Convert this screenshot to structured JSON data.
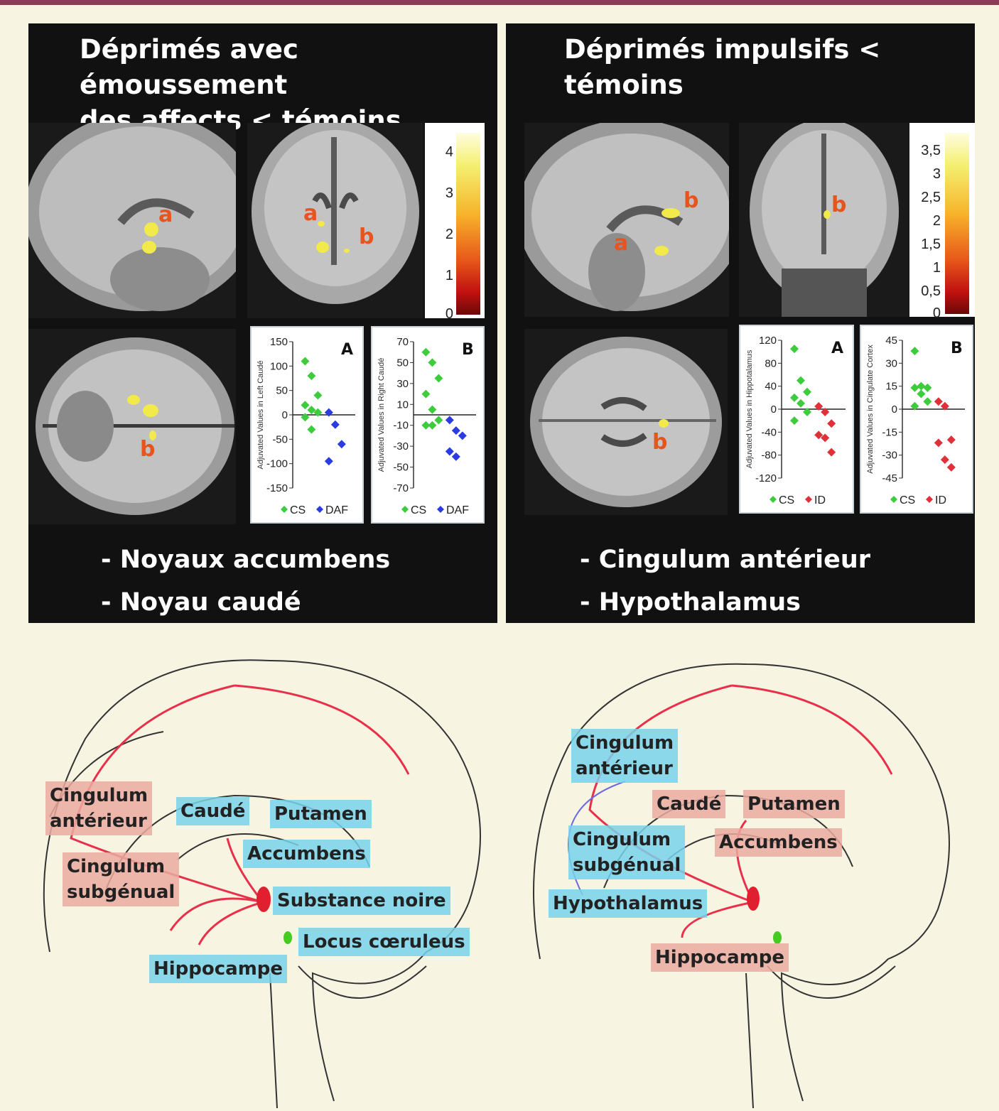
{
  "left_panel": {
    "title": "Déprimés avec émoussement\ndes affects < témoins",
    "scale_ticks": [
      "4",
      "3",
      "2",
      "1",
      "0"
    ],
    "labels": {
      "a": "a",
      "b": "b"
    },
    "plot_a": {
      "letter": "A",
      "ylabel": "Adjuvated Values in Left Caudé",
      "ticks": [
        "150",
        "100",
        "50",
        "0",
        "-50",
        "-100",
        "-150"
      ],
      "legend": [
        "CS",
        "DAF"
      ]
    },
    "plot_b": {
      "letter": "B",
      "ylabel": "Adjuvated Values in Right Caudé",
      "ticks": [
        "70",
        "50",
        "30",
        "10",
        "-10",
        "-30",
        "-50",
        "-70"
      ],
      "legend": [
        "CS",
        "DAF"
      ]
    },
    "regions": [
      "- Noyaux accumbens",
      "- Noyau caudé"
    ]
  },
  "right_panel": {
    "title": "Déprimés impulsifs < témoins",
    "scale_ticks": [
      "3,5",
      "3",
      "2,5",
      "2",
      "1,5",
      "1",
      "0,5",
      "0"
    ],
    "labels": {
      "a": "a",
      "b": "b"
    },
    "plot_a": {
      "letter": "A",
      "ylabel": "Adjuvated Values in Hippotalamus",
      "ticks": [
        "120",
        "80",
        "40",
        "0",
        "-40",
        "-80",
        "-120"
      ],
      "legend": [
        "CS",
        "ID"
      ]
    },
    "plot_b": {
      "letter": "B",
      "ylabel": "Adjuvated Values in Cingulate Cortex",
      "ticks": [
        "45",
        "30",
        "15",
        "0",
        "-15",
        "-30",
        "-45"
      ],
      "legend": [
        "CS",
        "ID"
      ]
    },
    "regions": [
      "- Cingulum antérieur",
      "- Hypothalamus"
    ]
  },
  "colors": {
    "cs": "#3ccc3c",
    "daf": "#2a3be0",
    "id": "#e0303a",
    "blue_label": "#78d2eb",
    "red_label": "#ebaaa0",
    "pathway": "#e8304a"
  },
  "chart_data": [
    {
      "type": "scatter",
      "letter": "A",
      "ylabel": "Adjuvated Values in Left Caudé",
      "ylim": [
        -150,
        150
      ],
      "series": [
        {
          "name": "CS",
          "values": [
            110,
            80,
            40,
            20,
            10,
            5,
            -5,
            -30
          ]
        },
        {
          "name": "DAF",
          "values": [
            5,
            -20,
            -60,
            -95
          ]
        }
      ]
    },
    {
      "type": "scatter",
      "letter": "B",
      "ylabel": "Adjuvated Values in Right Caudé",
      "ylim": [
        -70,
        70
      ],
      "series": [
        {
          "name": "CS",
          "values": [
            60,
            50,
            35,
            20,
            5,
            -5,
            -10,
            -10
          ]
        },
        {
          "name": "DAF",
          "values": [
            -5,
            -15,
            -20,
            -35,
            -40
          ]
        }
      ]
    },
    {
      "type": "scatter",
      "letter": "A",
      "ylabel": "Adjuvated Values in Hippotalamus",
      "ylim": [
        -120,
        120
      ],
      "series": [
        {
          "name": "CS",
          "values": [
            105,
            50,
            30,
            20,
            10,
            -5,
            -20
          ]
        },
        {
          "name": "ID",
          "values": [
            5,
            -5,
            -25,
            -45,
            -50,
            -75
          ]
        }
      ]
    },
    {
      "type": "scatter",
      "letter": "B",
      "ylabel": "Adjuvated Values in Cingulate Cortex",
      "ylim": [
        -45,
        45
      ],
      "series": [
        {
          "name": "CS",
          "values": [
            38,
            15,
            14,
            14,
            10,
            5,
            2
          ]
        },
        {
          "name": "ID",
          "values": [
            5,
            2,
            -20,
            -22,
            -33,
            -38
          ]
        }
      ]
    }
  ],
  "diagram_left": {
    "labels": [
      {
        "text": "Cingulum\nantérieur",
        "color": "red"
      },
      {
        "text": "Cingulum\nsubgénual",
        "color": "red"
      },
      {
        "text": "Caudé",
        "color": "blue"
      },
      {
        "text": "Putamen",
        "color": "blue"
      },
      {
        "text": "Accumbens",
        "color": "blue"
      },
      {
        "text": "Substance noire",
        "color": "blue"
      },
      {
        "text": "Locus cœruleus",
        "color": "blue"
      },
      {
        "text": "Hippocampe",
        "color": "blue"
      }
    ]
  },
  "diagram_right": {
    "labels": [
      {
        "text": "Cingulum\nantérieur",
        "color": "blue"
      },
      {
        "text": "Cingulum\nsubgénual",
        "color": "blue"
      },
      {
        "text": "Hypothalamus",
        "color": "blue"
      },
      {
        "text": "Caudé",
        "color": "red"
      },
      {
        "text": "Putamen",
        "color": "red"
      },
      {
        "text": "Accumbens",
        "color": "red"
      },
      {
        "text": "Hippocampe",
        "color": "red"
      }
    ]
  }
}
